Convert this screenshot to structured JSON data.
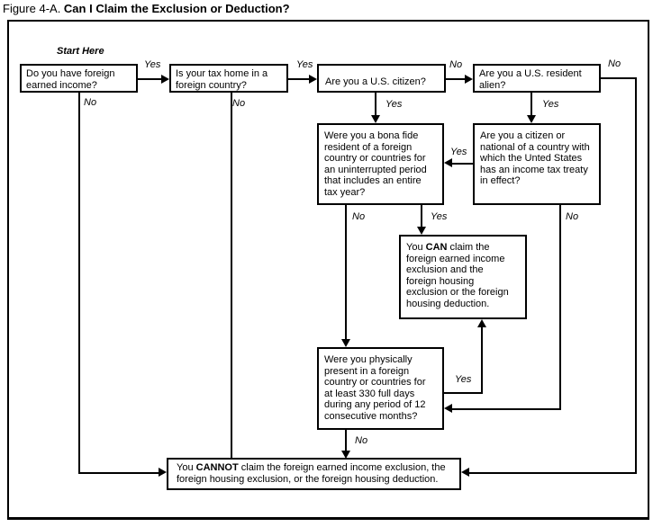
{
  "figure": {
    "title_prefix": "Figure 4-A. ",
    "title_bold": "Can I Claim the Exclusion or Deduction?",
    "start_here": "Start Here"
  },
  "colors": {
    "ink": "#000000",
    "background": "#ffffff"
  },
  "nodes": {
    "foreign_income": [
      "Do you have foreign",
      "earned income?"
    ],
    "tax_home": [
      "Is your tax home in a",
      "foreign  country?"
    ],
    "us_citizen": [
      "Are you a U.S. citizen?"
    ],
    "resident_alien": [
      "Are you a U.S. resident",
      "alien?"
    ],
    "bona_fide": [
      "Were you a bona fide",
      "resident of a foreign",
      "country or countries for",
      "an uninterrupted period",
      "that includes an entire",
      "tax year?"
    ],
    "treaty": [
      "Are you a citizen or",
      "national of a country with",
      "which the Unted States",
      "has an income tax treaty",
      "in effect?"
    ],
    "can_pre": "You ",
    "can_bold": "CAN",
    "can_post": " claim the\nforeign earned income\nexclusion and the\nforeign housing\nexclusion or the foreign\nhousing deduction.",
    "physical_presence": [
      "Were you physically",
      "present in a foreign",
      "country or countries for",
      "at least 330 full days",
      "during any period of 12",
      "consecutive months?"
    ],
    "cannot_pre": "You ",
    "cannot_bold": "CANNOT",
    "cannot_post": " claim the foreign earned income exclusion, the\nforeign housing exclusion, or the foreign housing deduction."
  },
  "labels": {
    "yes_income_taxhome": "Yes",
    "yes_taxhome_citizen": "Yes",
    "no_citizen_alien": "No",
    "no_alien_out": "No",
    "no_income_down": "No",
    "no_taxhome_down": "No",
    "yes_citizen_down": "Yes",
    "yes_alien_down": "Yes",
    "yes_treaty_bonafide": "Yes",
    "no_bonafide_down": "No",
    "yes_bonafide_down": "Yes",
    "no_treaty_down": "No",
    "yes_physical_up": "Yes",
    "no_physical_down": "No"
  }
}
